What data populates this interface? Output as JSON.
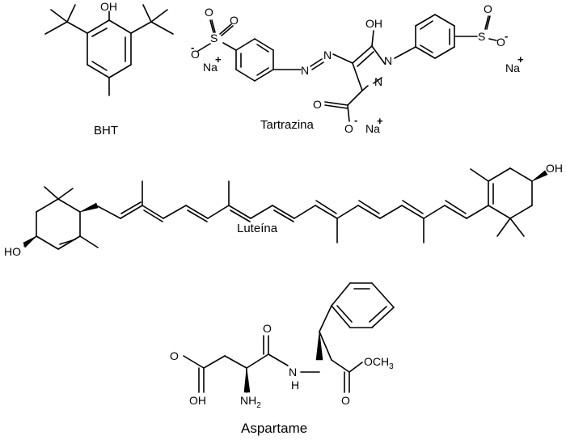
{
  "molecules": {
    "bht": {
      "name": "BHT",
      "atoms": {
        "oh": "OH"
      }
    },
    "tartrazina": {
      "name": "Tartrazina",
      "atoms": {
        "o": "O",
        "s": "S",
        "n": "N",
        "oh": "OH",
        "na": "Na",
        "minus": "-",
        "plus": "+"
      }
    },
    "luteina": {
      "name": "Luteína",
      "atoms": {
        "oh_right": "OH",
        "ho_left": "HO"
      }
    },
    "aspartame": {
      "name": "Aspartame",
      "atoms": {
        "o": "O",
        "oh": "OH",
        "nh": "N",
        "h": "H",
        "nh2_n": "NH",
        "nh2_sub": "2",
        "och3": "OCH",
        "och3_sub": "3"
      }
    }
  }
}
